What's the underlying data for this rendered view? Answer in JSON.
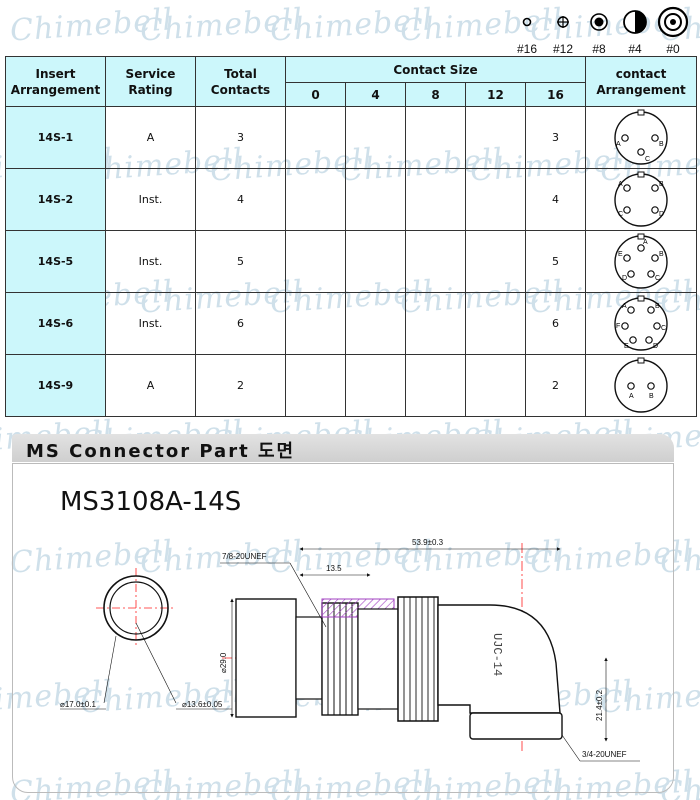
{
  "watermark_text": "Chimebell",
  "legend": [
    {
      "label": "#16",
      "icon": "pin-16-icon"
    },
    {
      "label": "#12",
      "icon": "pin-12-icon"
    },
    {
      "label": "#8",
      "icon": "pin-8-icon"
    },
    {
      "label": "#4",
      "icon": "pin-4-icon"
    },
    {
      "label": "#0",
      "icon": "pin-0-icon"
    }
  ],
  "table": {
    "headers": {
      "insert": "Insert Arrangement",
      "service": "Service Rating",
      "total": "Total Contacts",
      "contact_size": "Contact Size",
      "contact_arrangement": "contact Arrangement",
      "sizes": [
        "0",
        "4",
        "8",
        "12",
        "16"
      ]
    },
    "rows": [
      {
        "arrangement": "14S-1",
        "service": "A",
        "total": "3",
        "size0": "",
        "size4": "",
        "size8": "",
        "size12": "",
        "size16": "3",
        "pins": [
          "A",
          "B",
          "C"
        ]
      },
      {
        "arrangement": "14S-2",
        "service": "Inst.",
        "total": "4",
        "size0": "",
        "size4": "",
        "size8": "",
        "size12": "",
        "size16": "4",
        "pins": [
          "A",
          "B",
          "C",
          "D"
        ]
      },
      {
        "arrangement": "14S-5",
        "service": "Inst.",
        "total": "5",
        "size0": "",
        "size4": "",
        "size8": "",
        "size12": "",
        "size16": "5",
        "pins": [
          "A",
          "B",
          "C",
          "D",
          "E"
        ]
      },
      {
        "arrangement": "14S-6",
        "service": "Inst.",
        "total": "6",
        "size0": "",
        "size4": "",
        "size8": "",
        "size12": "",
        "size16": "6",
        "pins": [
          "A",
          "B",
          "C",
          "D",
          "E",
          "F"
        ]
      },
      {
        "arrangement": "14S-9",
        "service": "A",
        "total": "2",
        "size0": "",
        "size4": "",
        "size8": "",
        "size12": "",
        "size16": "2",
        "pins": [
          "A",
          "B"
        ]
      }
    ]
  },
  "section": {
    "title": "MS Connector Part 도면"
  },
  "drawing": {
    "part_number": "MS3108A-14S",
    "dims": {
      "thread_top": "7/8-20UNEF",
      "overall_length": "53.9±0.3",
      "length_a": "13.5",
      "diameter_body": "⌀29.0",
      "diameter_outer": "⌀17.0±0.1",
      "diameter_inner": "⌀13.6±0.05",
      "height_right": "21.4±0.2",
      "thread_bottom": "3/4-20UNEF",
      "body_marking": "UJC-14"
    }
  },
  "colors": {
    "header_bg": "#ccf7fb",
    "centerline": "#ff2020",
    "hatch": "#a040c0"
  }
}
